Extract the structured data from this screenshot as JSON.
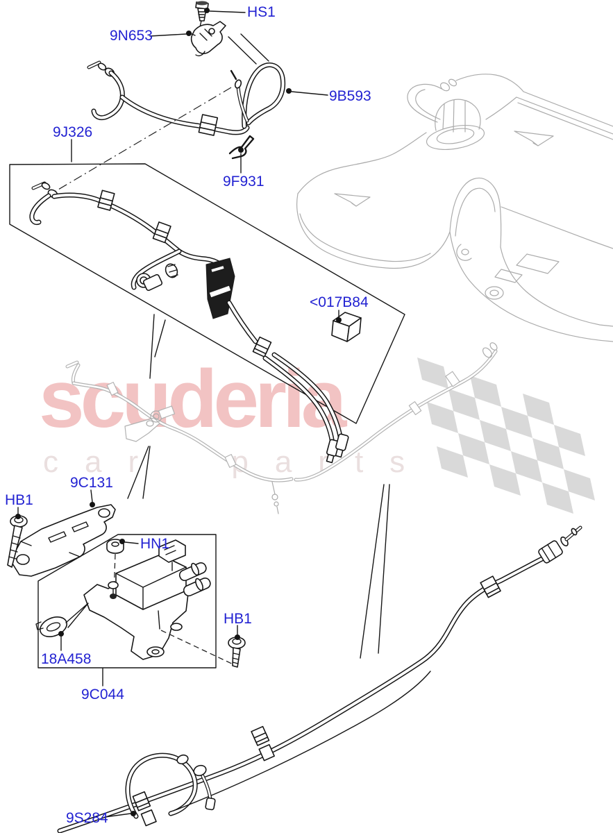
{
  "diagram": {
    "watermark_title": "scuderia",
    "watermark_subtitle": "car parts",
    "watermark_title_color": "#f2c3c3",
    "watermark_subtitle_color": "#eadfdf",
    "label_color": "#2222d2",
    "line_color": "#161616",
    "reference_gray": "#ababab",
    "checker_gray": "#d9d9d9",
    "background_color": "#ffffff"
  },
  "labels": [
    {
      "id": "hs1-top",
      "text": "HS1"
    },
    {
      "id": "9n653",
      "text": "9N653"
    },
    {
      "id": "9b593",
      "text": "9B593"
    },
    {
      "id": "9j326",
      "text": "9J326"
    },
    {
      "id": "9f931",
      "text": "9F931"
    },
    {
      "id": "017b84",
      "text": "<017B84"
    },
    {
      "id": "9c131",
      "text": "9C131"
    },
    {
      "id": "hb1-left",
      "text": "HB1"
    },
    {
      "id": "hn1",
      "text": "HN1"
    },
    {
      "id": "18a458",
      "text": "18A458"
    },
    {
      "id": "9c044",
      "text": "9C044"
    },
    {
      "id": "hb1-right",
      "text": "HB1"
    },
    {
      "id": "9s284",
      "text": "9S284"
    }
  ]
}
